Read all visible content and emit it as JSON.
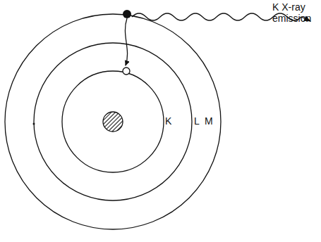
{
  "diagram": {
    "labels": [
      "K X-ray emission",
      "K",
      "L",
      "M"
    ]
  }
}
